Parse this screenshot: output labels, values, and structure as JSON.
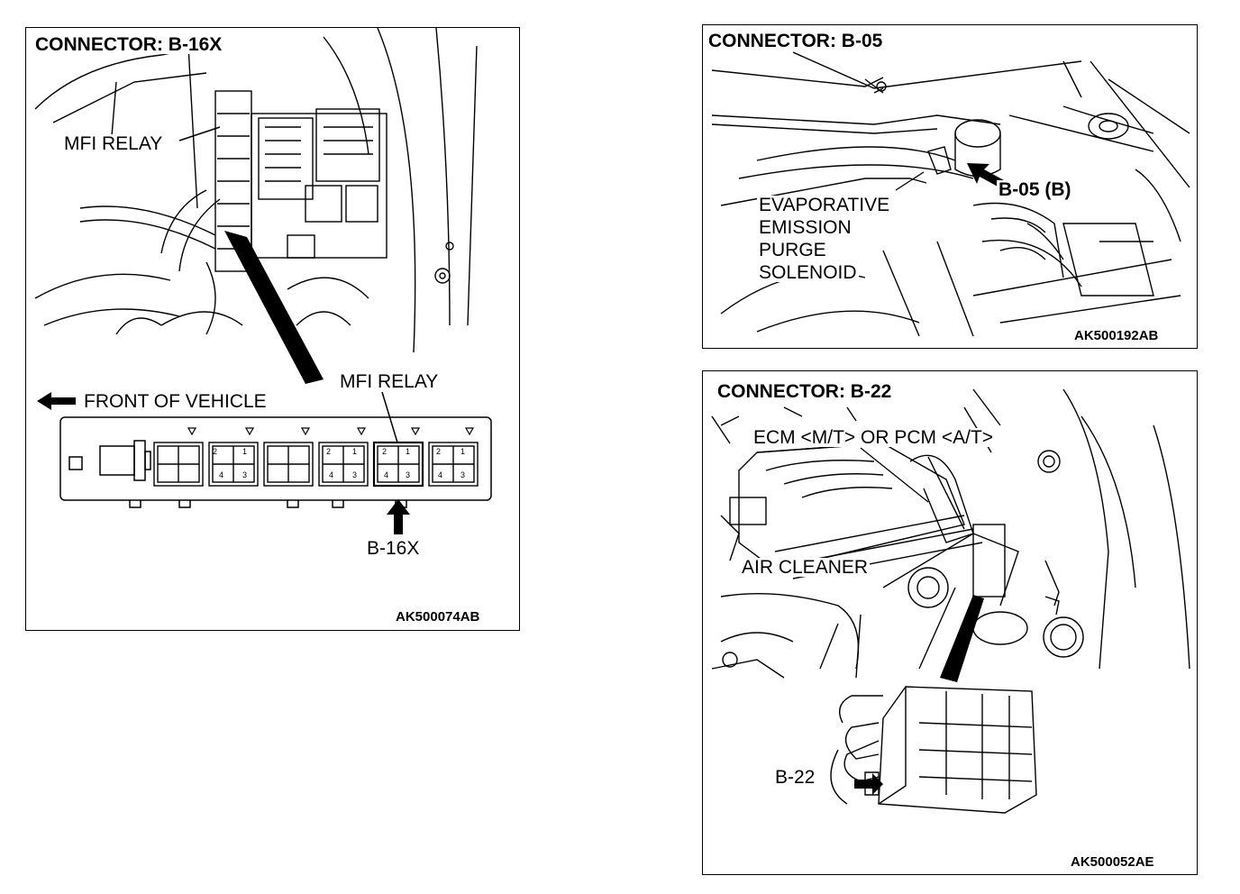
{
  "panel_b16x": {
    "title": "CONNECTOR: B-16X",
    "mfi_relay_top": "MFI RELAY",
    "front_of_vehicle": "FRONT OF VEHICLE",
    "mfi_relay_detail": "MFI RELAY",
    "connector_label": "B-16X",
    "figure_code": "AK500074AB",
    "relay_pins": [
      "2",
      "1",
      "4",
      "3"
    ]
  },
  "panel_b05": {
    "title": "CONNECTOR: B-05",
    "connector_label": "B-05 (B)",
    "component_label": [
      "EVAPORATIVE",
      "EMISSION",
      "PURGE",
      "SOLENOID"
    ],
    "figure_code": "AK500192AB"
  },
  "panel_b22": {
    "title": "CONNECTOR: B-22",
    "component_label": "ECM <M/T> OR PCM <A/T>",
    "air_cleaner": "AIR CLEANER",
    "connector_label": "B-22",
    "figure_code": "AK500052AE"
  }
}
